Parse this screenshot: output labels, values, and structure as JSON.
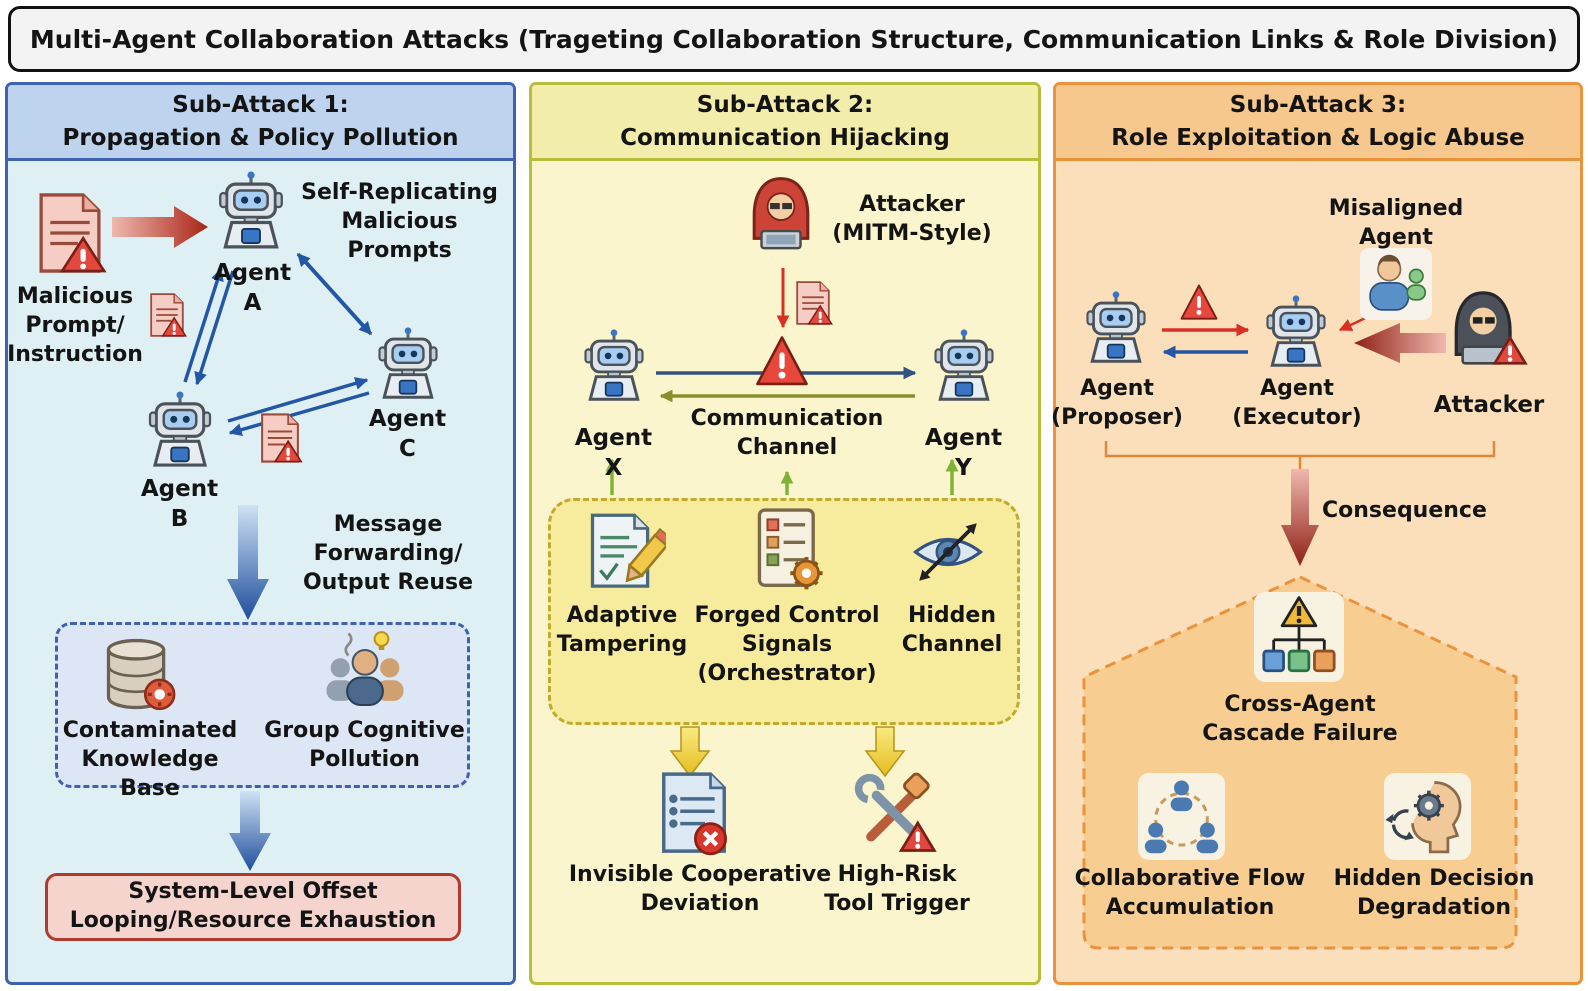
{
  "title": "Multi-Agent Collaboration Attacks (Trageting Collaboration Structure, Communication Links & Role Division)",
  "colors": {
    "panel1_accent": "#3f62ae",
    "panel2_accent": "#b9bd3c",
    "panel3_accent": "#ea923c",
    "danger_red": "#d93025",
    "arrow_blue": "#2456a6",
    "arrow_olive": "#8a8f2c",
    "arrow_green": "#7fb335"
  },
  "icon_names": [
    "malicious-document-icon",
    "robot-icon",
    "hooded-attacker-icon",
    "warning-triangle-icon",
    "database-warning-icon",
    "group-cognition-icon",
    "document-pencil-icon",
    "forged-signals-checklist-icon",
    "hidden-eye-icon",
    "deviation-document-icon",
    "high-risk-tools-icon",
    "misaligned-agent-icon",
    "cascade-failure-icon",
    "collaboration-circle-icon",
    "gear-head-icon"
  ],
  "panels": {
    "p1": {
      "header": "Sub-Attack 1:\nPropagation & Policy Pollution",
      "malicious_prompt": "Malicious\nPrompt/\nInstruction",
      "self_replicating": "Self-Replicating\nMalicious Prompts",
      "agent_a": "Agent A",
      "agent_b": "Agent B",
      "agent_c": "Agent C",
      "message_forwarding": "Message Forwarding/\nOutput Reuse",
      "contaminated_kb": "Contaminated\nKnowledge Base",
      "group_cognitive": "Group Cognitive\nPollution",
      "system_offset": "System-Level Offset\nLooping/Resource Exhaustion"
    },
    "p2": {
      "header": "Sub-Attack 2:\nCommunication Hijacking",
      "attacker": "Attacker\n(MITM-Style)",
      "agent_x": "Agent X",
      "agent_y": "Agent Y",
      "communication_channel": "Communication\nChannel",
      "adaptive_tampering": "Adaptive\nTampering",
      "forged_control": "Forged Control\nSignals\n(Orchestrator)",
      "hidden_channel": "Hidden\nChannel",
      "invisible_deviation": "Invisible Cooperative\nDeviation",
      "high_risk": "High-Risk\nTool Trigger"
    },
    "p3": {
      "header": "Sub-Attack 3:\nRole Exploitation & Logic Abuse",
      "misaligned_agent": "Misaligned\nAgent",
      "agent_proposer": "Agent\n(Proposer)",
      "agent_executor": "Agent\n(Executor)",
      "attacker": "Attacker",
      "consequence": "Consequence",
      "cascade_failure": "Cross-Agent\nCascade Failure",
      "collaborative_flow": "Collaborative Flow\nAccumulation",
      "hidden_decision": "Hidden Decision\nDegradation"
    }
  }
}
